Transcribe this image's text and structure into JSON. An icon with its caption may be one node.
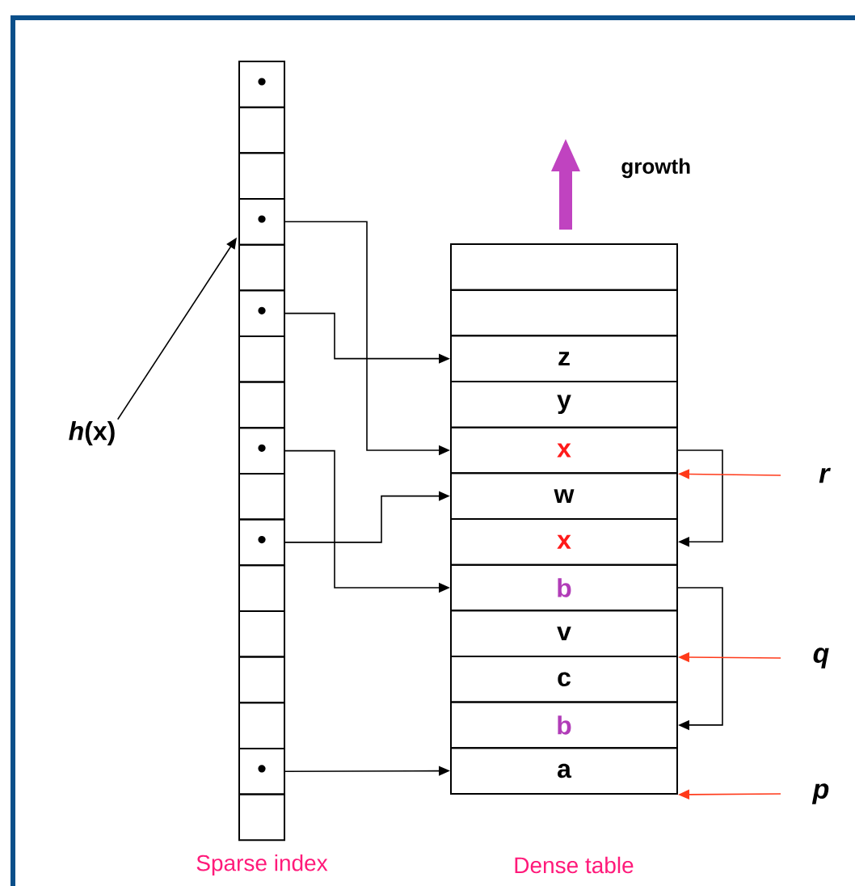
{
  "diagram": {
    "nodes": [
      {
        "text": [
          "*h*(x)"
        ]
      },
      {
        "text": [
          "•"
        ]
      },
      {
        "text": [],
        "shape": "box"
      },
      {
        "text": [],
        "shape": "box"
      },
      {
        "text": [
          "•"
        ]
      },
      {
        "text": [],
        "shape": "box"
      },
      {
        "text": [
          "•"
        ]
      },
      {
        "text": [],
        "shape": "box"
      },
      {
        "text": [],
        "shape": "box"
      },
      {
        "text": [
          "•"
        ]
      },
      {
        "text": [],
        "shape": "box"
      },
      {
        "text": [
          "•"
        ]
      },
      {
        "text": [],
        "shape": "box"
      },
      {
        "text": [],
        "shape": "box"
      },
      {
        "text": [],
        "shape": "box"
      },
      {
        "text": [],
        "shape": "box"
      },
      {
        "text": [
          "•"
        ]
      },
      {
        "text": [],
        "shape": "box"
      },
      {
        "text": [],
        "shape": "box"
      },
      {
        "text": [],
        "shape": "box"
      },
      {
        "text": [
          "z"
        ]
      },
      {
        "text": [
          "y"
        ]
      },
      {
        "text": [
          "x"
        ]
      },
      {
        "text": [
          "w"
        ]
      },
      {
        "text": [
          "x"
        ]
      },
      {
        "text": [
          "b"
        ]
      },
      {
        "text": [
          "v"
        ]
      },
      {
        "text": [
          "c"
        ]
      },
      {
        "text": [
          "b"
        ]
      },
      {
        "text": [
          "a"
        ]
      },
      {
        "text": [
          "r"
        ]
      },
      {
        "text": [
          "q"
        ]
      },
      {
        "text": [
          "p"
        ]
      }
    ],
    "edges": [
      {
        "from": 0,
        "to": 4,
        "arrow": "to"
      },
      {
        "from": 4,
        "to": 22,
        "arrow": "to"
      },
      {
        "from": 6,
        "to": 20,
        "arrow": "to"
      },
      {
        "from": 9,
        "to": 25,
        "arrow": "to"
      },
      {
        "from": 11,
        "to": 23,
        "arrow": "to"
      },
      {
        "from": 16,
        "to": 29,
        "arrow": "to"
      },
      {
        "from": 22,
        "to": 24,
        "arrow": "to"
      },
      {
        "from": 25,
        "to": 28,
        "arrow": "to"
      },
      {
        "from": 30,
        "to": 22,
        "arrow": "to",
        "color": "#ff3a1a"
      },
      {
        "from": 31,
        "to": 26,
        "arrow": "to",
        "color": "#ff3a1a"
      },
      {
        "from": 32,
        "to": 29,
        "arrow": "to",
        "color": "#ff3a1a"
      }
    ],
    "labels": [
      "growth",
      "Sparse index",
      "Dense table"
    ]
  }
}
